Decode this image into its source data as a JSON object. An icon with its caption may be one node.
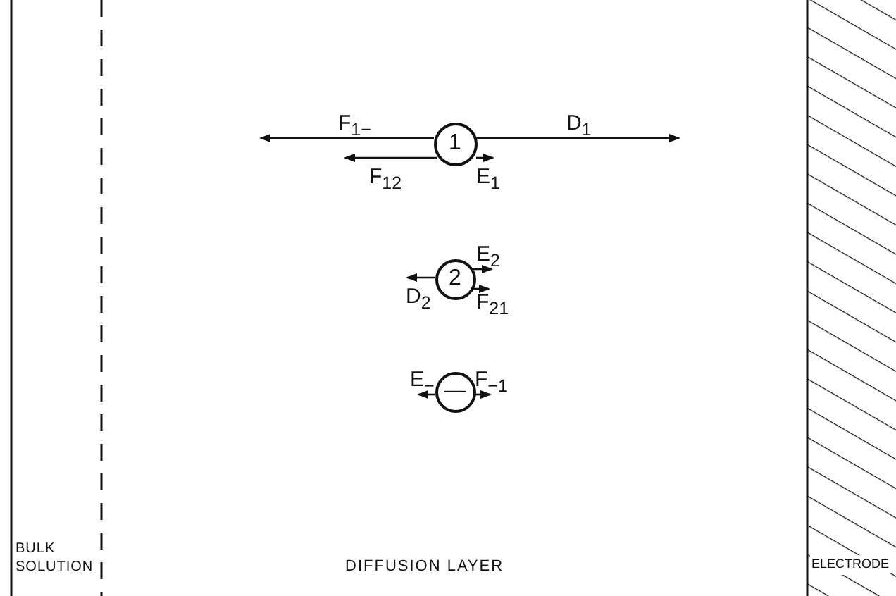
{
  "diagram": {
    "nodes": [
      {
        "text": [
          "1"
        ]
      },
      {
        "text": [
          "2"
        ]
      },
      {
        "text": [
          "—"
        ]
      }
    ],
    "labels": [
      "F$_{1−}$",
      "D$_{1}$",
      "F$_{12}$",
      "E$_{1}$",
      "E$_{2}$",
      "D$_{2}$",
      "F$_{21}$",
      "E$_{−}$",
      "F$_{−1}$",
      "BULK SOLUTION",
      "DIFFUSION LAYER",
      "ELECTRODE"
    ]
  }
}
